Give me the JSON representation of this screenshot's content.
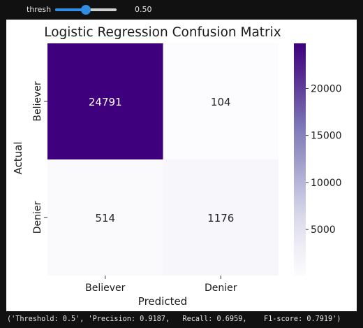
{
  "controls": {
    "slider": {
      "label": "thresh",
      "min": 0,
      "max": 1,
      "value": 0.5,
      "value_label": "0.50",
      "accent_color": "#2f8de4"
    }
  },
  "chart_data": {
    "type": "heatmap",
    "title": "Logistic Regression Confusion Matrix",
    "xlabel": "Predicted",
    "ylabel": "Actual",
    "x_categories": [
      "Believer",
      "Denier"
    ],
    "y_categories": [
      "Believer",
      "Denier"
    ],
    "values": [
      [
        24791,
        104
      ],
      [
        514,
        1176
      ]
    ],
    "colormap": "Purples",
    "colorbar": {
      "ticks": [
        5000,
        10000,
        15000,
        20000
      ],
      "tick_labels": [
        "5000",
        "10000",
        "15000",
        "20000"
      ],
      "range": [
        104,
        24791
      ]
    },
    "grid": false,
    "legend": "colorbar-right"
  },
  "output": {
    "text": "('Threshold: 0.5', 'Precision: 0.9187,   Recall: 0.6959,    F1-score: 0.7919')"
  }
}
